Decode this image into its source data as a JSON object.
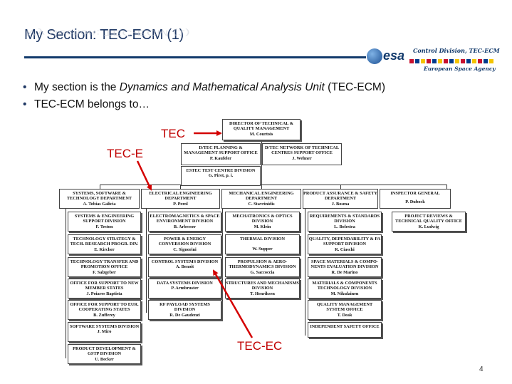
{
  "slide": {
    "title": "My Section: TEC-ECM (1)",
    "page_number": "4"
  },
  "logo": {
    "esa": "esa",
    "line1": "Control Division, TEC-ECM",
    "line2": "European Space Agency"
  },
  "bullets": [
    {
      "pre": "My section is the ",
      "em": "Dynamics and Mathematical Analysis Unit",
      "post": " (TEC-ECM)"
    },
    {
      "pre": "TEC-ECM belongs to…",
      "em": "",
      "post": ""
    }
  ],
  "annotations": {
    "tec": "TEC",
    "tec_e": "TEC-E",
    "tec_ec": "TEC-EC",
    "color": "#c00000"
  },
  "org": {
    "director": {
      "name": "DIRECTOR OF TECHNICAL & QUALITY MANAGEMENT",
      "person": "M. Courtois"
    },
    "planning": {
      "name": "D/TEC PLANNING & MANAGEMENT SUPPORT OFFICE",
      "person": "P. Kaufeler"
    },
    "network": {
      "name": "D/TEC NETWORK OF TECHNICAL CENTRES SUPPORT OFFICE",
      "person": "J. Wehner"
    },
    "estec": {
      "name": "ESTEC TEST CENTRE DIVISION",
      "person": "G. Piret, p. i."
    },
    "departments": [
      {
        "name": "SYSTEMS, SOFTWARE & TECHNOLOGY DEPARTMENT",
        "person": "A. Tobias Galicia"
      },
      {
        "name": "ELECTRICAL ENGINEERING DEPARTMENT",
        "person": "P. Perol"
      },
      {
        "name": "MECHANICAL ENGINEERING DEPARTMENT",
        "person": "C. Stavrinidis"
      },
      {
        "name": "PRODUCT ASSURANCE & SAFETY DEPARTMENT",
        "person": "J. Bosma"
      },
      {
        "name": "INSPECTOR GENERAL",
        "person": "P. Dubock"
      }
    ],
    "col1": [
      {
        "name": "SYSTEMS & ENGINEERING SUPPORT DIVISION",
        "person": "F. Teston"
      },
      {
        "name": "TECHNOLOGY STRATEGY & TECH. RESEARCH PROGR. DIV.",
        "person": "E. Kircher"
      },
      {
        "name": "TECHNOLOGY TRANSFER AND PROMOTION OFFICE",
        "person": "F. Salzgeber"
      },
      {
        "name": "OFFICE FOR SUPPORT TO NEW MEMBER STATES",
        "person": "J. Poiares Baptista"
      },
      {
        "name": "OFFICE FOR SUPPORT TO EUR. COOPERATING STATES",
        "person": "B. Zufferey"
      },
      {
        "name": "SOFTWARE SYSTEMS DIVISION",
        "person": "J. Miro"
      },
      {
        "name": "PRODUCT DEVELOPMENT & GSTP DIVISION",
        "person": "U. Becker"
      }
    ],
    "col2": [
      {
        "name": "ELECTROMAGNETICS & SPACE ENVIRONMENT DIVISION",
        "person": "B. Arbesser"
      },
      {
        "name": "POWER & ENERGY CONVERSION DIVISION",
        "person": "C. Signorini"
      },
      {
        "name": "CONTROL SYSTEMS DIVISION",
        "person": "A. Benoit"
      },
      {
        "name": "DATA SYSTEMS DIVISION",
        "person": "P. Armbruster"
      },
      {
        "name": "RF PAYLOAD SYSTEMS DIVISION",
        "person": "R. De Gaudenzi"
      }
    ],
    "col3": [
      {
        "name": "MECHATRONICS & OPTICS DIVISION",
        "person": "M. Klein"
      },
      {
        "name": "THERMAL DIVISION",
        "person": "W. Supper"
      },
      {
        "name": "PROPULSION & AERO-THERMODYNAMICS DIVISION",
        "person": "G. Saccoccia"
      },
      {
        "name": "STRUCTURES AND MECHANISMS DIVISION",
        "person": "T. Henriksen"
      }
    ],
    "col4": [
      {
        "name": "REQUIREMENTS & STANDARDS DIVISION",
        "person": "L. Bolestra"
      },
      {
        "name": "QUALITY, DEPENDABILITY & PA SUPPORT DIVISION",
        "person": "R. Ciaschi"
      },
      {
        "name": "SPACE MATERIALS & COMPO-NENTS EVALUATION DIVISION",
        "person": "R. De Marino"
      },
      {
        "name": "MATERIALS & COMPONENTS TECHNOLOGY DIVISION",
        "person": "M. Nikulainen"
      },
      {
        "name": "QUALITY MANAGEMENT SYSTEM OFFICE",
        "person": "T. Deak"
      },
      {
        "name": "INDEPENDENT SAFETY OFFICE",
        "person": ""
      }
    ],
    "col5": [
      {
        "name": "PROJECT REVIEWS & TECHNICAL QUALITY OFFICE",
        "person": "K. Ludwig"
      }
    ]
  }
}
